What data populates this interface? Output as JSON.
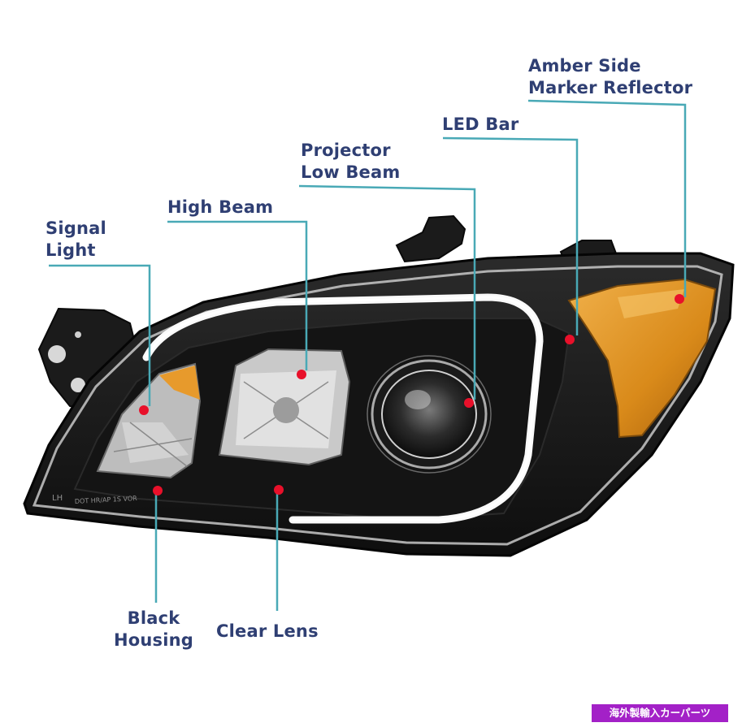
{
  "callouts": {
    "signal_light": [
      "Signal",
      "Light"
    ],
    "high_beam": [
      "High Beam"
    ],
    "projector_low_beam": [
      "Projector",
      "Low Beam"
    ],
    "led_bar": [
      "LED Bar"
    ],
    "amber_side_marker": [
      "Amber Side",
      "Marker Reflector"
    ],
    "black_housing": [
      "Black",
      "Housing"
    ],
    "clear_lens": [
      "Clear Lens"
    ]
  },
  "lens_marking": {
    "side": "LH",
    "code": "DOT HR/AP 1S VOR"
  },
  "watermark": "海外製輸入カーパーツ",
  "colors": {
    "label_text": "#2f3f73",
    "leader_line": "#49a9b6",
    "marker_dot": "#e8102a",
    "amber": "#d98a1a",
    "housing": "#1a1a1a",
    "watermark_bg": "#a321c7"
  },
  "icons": {
    "marker": "red-dot"
  }
}
